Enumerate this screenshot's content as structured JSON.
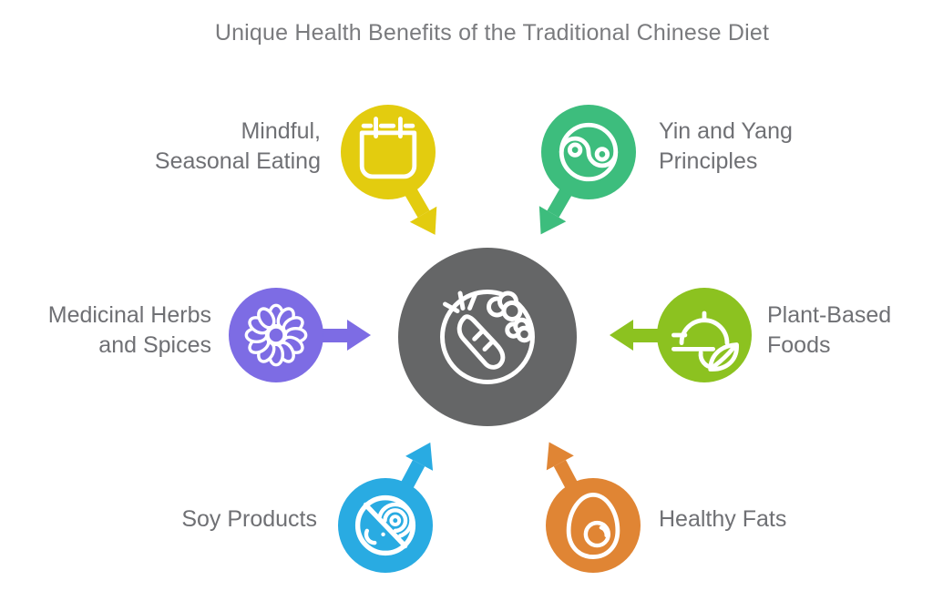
{
  "title": "Unique Health Benefits of the Traditional Chinese Diet",
  "center": {
    "icon": "healthy-meal-plate-icon",
    "color": "#656667"
  },
  "nodes": [
    {
      "id": "mindful-seasonal-eating",
      "label": "Mindful,\nSeasonal Eating",
      "color": "#E3CC0F",
      "icon": "calendar-icon",
      "position": "top-left"
    },
    {
      "id": "yin-yang-principles",
      "label": "Yin and Yang\nPrinciples",
      "color": "#3DBD7D",
      "icon": "yin-yang-icon",
      "position": "top-right"
    },
    {
      "id": "medicinal-herbs-and-spices",
      "label": "Medicinal Herbs\nand Spices",
      "color": "#7D6CE4",
      "icon": "daisy-flower-icon",
      "position": "left"
    },
    {
      "id": "plant-based-foods",
      "label": "Plant-Based\nFoods",
      "color": "#8CC220",
      "icon": "cloche-leaf-icon",
      "position": "right"
    },
    {
      "id": "soy-products",
      "label": "Soy Products",
      "color": "#29ABE2",
      "icon": "no-soybean-icon",
      "position": "bottom-left"
    },
    {
      "id": "healthy-fats",
      "label": "Healthy Fats",
      "color": "#E08534",
      "icon": "egg-icon",
      "position": "bottom-right"
    }
  ]
}
